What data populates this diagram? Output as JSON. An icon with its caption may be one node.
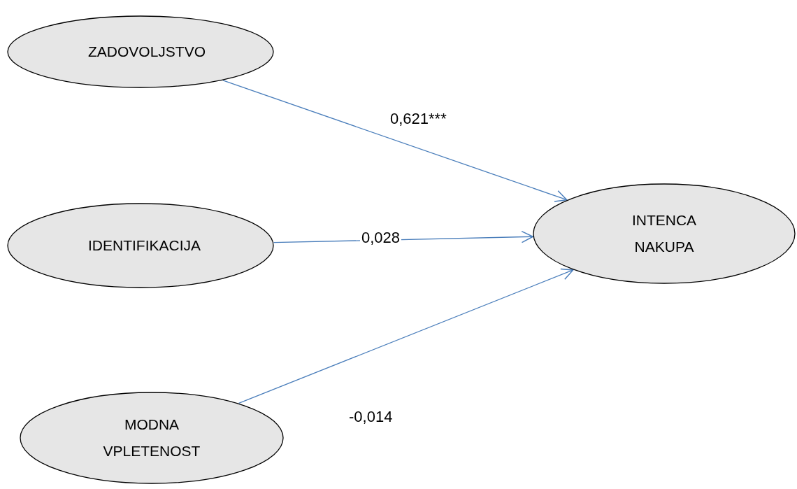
{
  "diagram": {
    "nodes": [
      {
        "text": [
          "ZADOVOLJSTVO"
        ]
      },
      {
        "text": [
          "IDENTIFIKACIJA"
        ]
      },
      {
        "text": [
          "MODNA VPLETENOST"
        ]
      },
      {
        "text": [
          "INTENCA NAKUPA"
        ]
      }
    ],
    "edges": [
      {
        "from": 0,
        "to": 3,
        "arrow": "to",
        "label": "0,621***"
      },
      {
        "from": 1,
        "to": 3,
        "arrow": "to",
        "label": "0,028"
      },
      {
        "from": 2,
        "to": 3,
        "arrow": "to",
        "label": "-0,014"
      }
    ]
  }
}
